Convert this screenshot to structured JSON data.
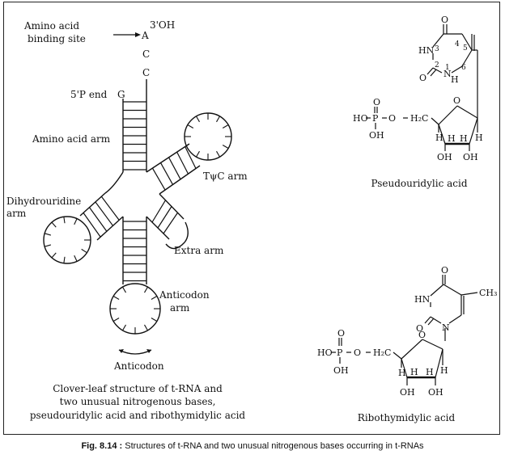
{
  "trna": {
    "binding_site_line1": "Amino acid",
    "binding_site_line2": "binding site",
    "three_prime": "3'OH",
    "acc": [
      "A",
      "C",
      "C"
    ],
    "five_prime": "5'P end",
    "g": "G",
    "amino_acid_arm": "Amino acid arm",
    "tpsic_arm": "TψC arm",
    "dihydrouridine_line1": "Dihydrouridine",
    "dihydrouridine_line2": "arm",
    "extra_arm": "Extra arm",
    "anticodon_arm_line1": "Anticodon",
    "anticodon_arm_line2": "arm",
    "anticodon": "Anticodon"
  },
  "left_caption": [
    "Clover-leaf structure of t-RNA and",
    "two unusual nitrogenous bases,",
    "pseudouridylic acid and ribothymidylic acid"
  ],
  "pseudouridylic": {
    "name": "Pseudouridylic acid",
    "atoms": {
      "O_top": "O",
      "HN": "HN",
      "O_left": "O",
      "NH": "N",
      "H_n": "H",
      "n3": "3",
      "n4": "4",
      "n5": "5",
      "n2": "2",
      "n1": "1",
      "n6": "6",
      "O_p": "O",
      "HO_left": "HO",
      "P": "P",
      "O_link": "O",
      "H2C": "H₂C",
      "OH_p": "OH",
      "ring_O": "O",
      "H1": "H",
      "H2": "H",
      "H3": "H",
      "H4": "H",
      "OH1": "OH",
      "OH2": "OH"
    }
  },
  "ribothymidylic": {
    "name": "Ribothymidylic acid",
    "atoms": {
      "O_top": "O",
      "HN": "HN",
      "CH3": "CH₃",
      "O_left": "O",
      "N": "N",
      "O_p": "O",
      "HO_left": "HO",
      "P": "P",
      "O_link": "O",
      "H2C": "H₂C",
      "OH_p": "OH",
      "ring_O": "O",
      "H1": "H",
      "H2": "H",
      "H3": "H",
      "H4": "H",
      "OH1": "OH",
      "OH2": "OH"
    }
  },
  "caption": {
    "label": "Fig. 8.14 :",
    "text": "Structures of t-RNA and two unusual nitrogenous bases occurring in t-RNAs"
  }
}
